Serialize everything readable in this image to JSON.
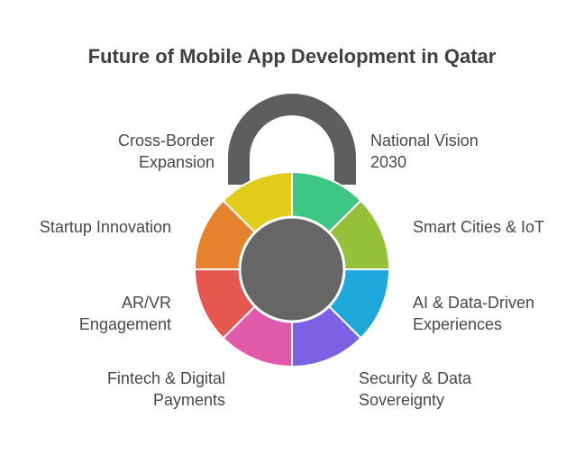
{
  "title": "Future of Mobile App Development in Qatar",
  "colors": {
    "shackle": "#5e5e5e",
    "center": "#666666",
    "center_stroke": "#ffffff"
  },
  "segments": [
    {
      "label": "National Vision\n2030",
      "color": "#3ec683"
    },
    {
      "label": "Smart Cities & IoT",
      "color": "#93c13a"
    },
    {
      "label": "AI & Data-Driven\nExperiences",
      "color": "#1fa9da"
    },
    {
      "label": "Security & Data\nSovereignty",
      "color": "#7b61e3"
    },
    {
      "label": "Fintech & Digital\nPayments",
      "color": "#e05aa9"
    },
    {
      "label": "AR/VR\nEngagement",
      "color": "#e5574f"
    },
    {
      "label": "Startup Innovation",
      "color": "#e6822e"
    },
    {
      "label": "Cross-Border\nExpansion",
      "color": "#e2cc1b"
    }
  ]
}
